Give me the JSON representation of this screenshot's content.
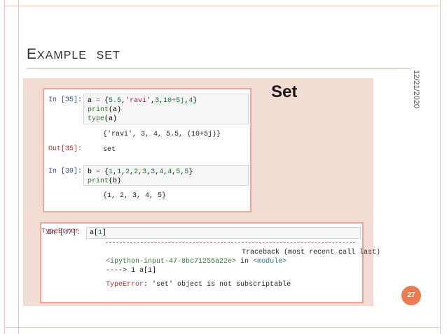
{
  "slide": {
    "title_first": "E",
    "title_rest": "XAMPLE",
    "title_second": "SET",
    "date": "12/21/2020",
    "page_number": "27"
  },
  "notebook": {
    "heading": "Set",
    "cell1": {
      "prompt": "In [35]:",
      "out_prompt": "Out[35]:",
      "output_print": "{'ravi', 3, 4, 5.5, (10+5j)}",
      "output_value": "set"
    },
    "cell2": {
      "prompt": "In [39]:",
      "output_print": "{1, 2, 3, 4, 5}"
    },
    "cell3": {
      "prompt": "In [47]:",
      "error_name": "TypeError",
      "traceback_label": "Traceback (most recent call last)",
      "input_ref": "<ipython-input-47-8bc71255a22e>",
      "in_word": "in",
      "module_ref": "<module>",
      "arrow_line": "----> 1 a[1]",
      "error_message": "'set' object is not subscriptable"
    }
  }
}
